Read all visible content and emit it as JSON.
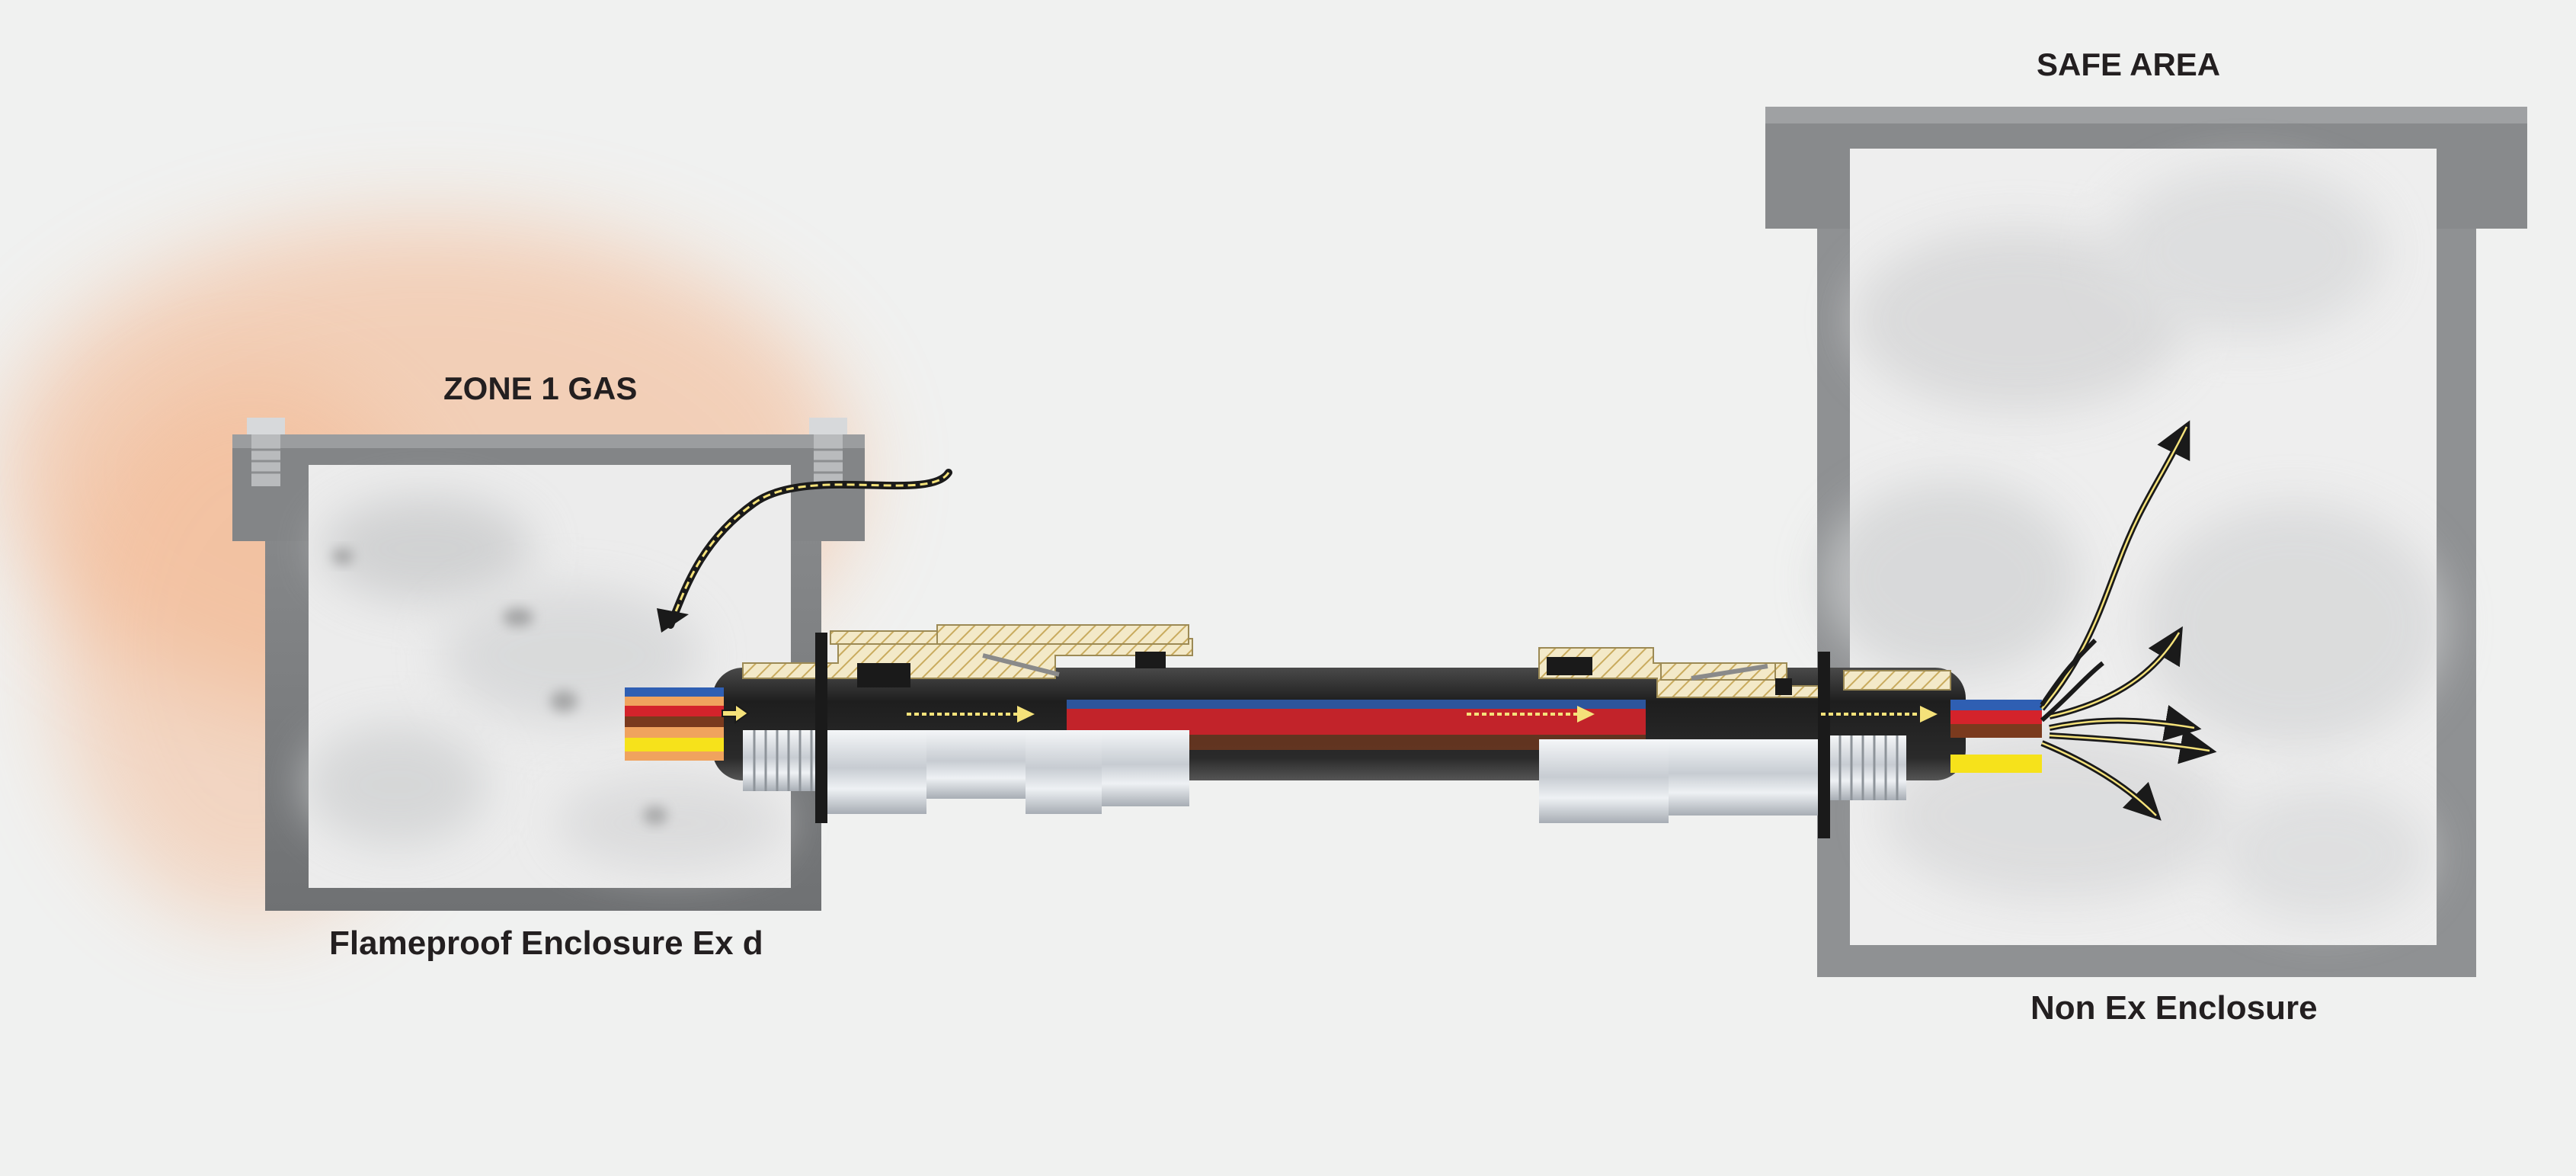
{
  "labels": {
    "hazard_zone": "ZONE 1 GAS",
    "safe_zone": "SAFE AREA",
    "left_enclosure": "Flameproof Enclosure Ex d",
    "right_enclosure": "Non Ex Enclosure"
  },
  "colors": {
    "background": "#f0f1f0",
    "enclosure_steel": "#7f8182",
    "enclosure_interior": "#ececec",
    "hazard_glow": "#f4b48a",
    "cable_sheath": "#2a2a2a",
    "brass_hatch": "#d9c48a",
    "flow_arrow": "#f5e27a",
    "core_blue": "#2f5fb3",
    "core_red": "#d4232b",
    "core_yellow": "#f6e21b",
    "core_orange": "#f0a35e"
  },
  "icons": {
    "flow_arrow": "flow-arrow-icon",
    "ingress_arrow": "gas-ingress-arrow-icon",
    "escape_arrow": "gas-escape-arrow-icon"
  }
}
